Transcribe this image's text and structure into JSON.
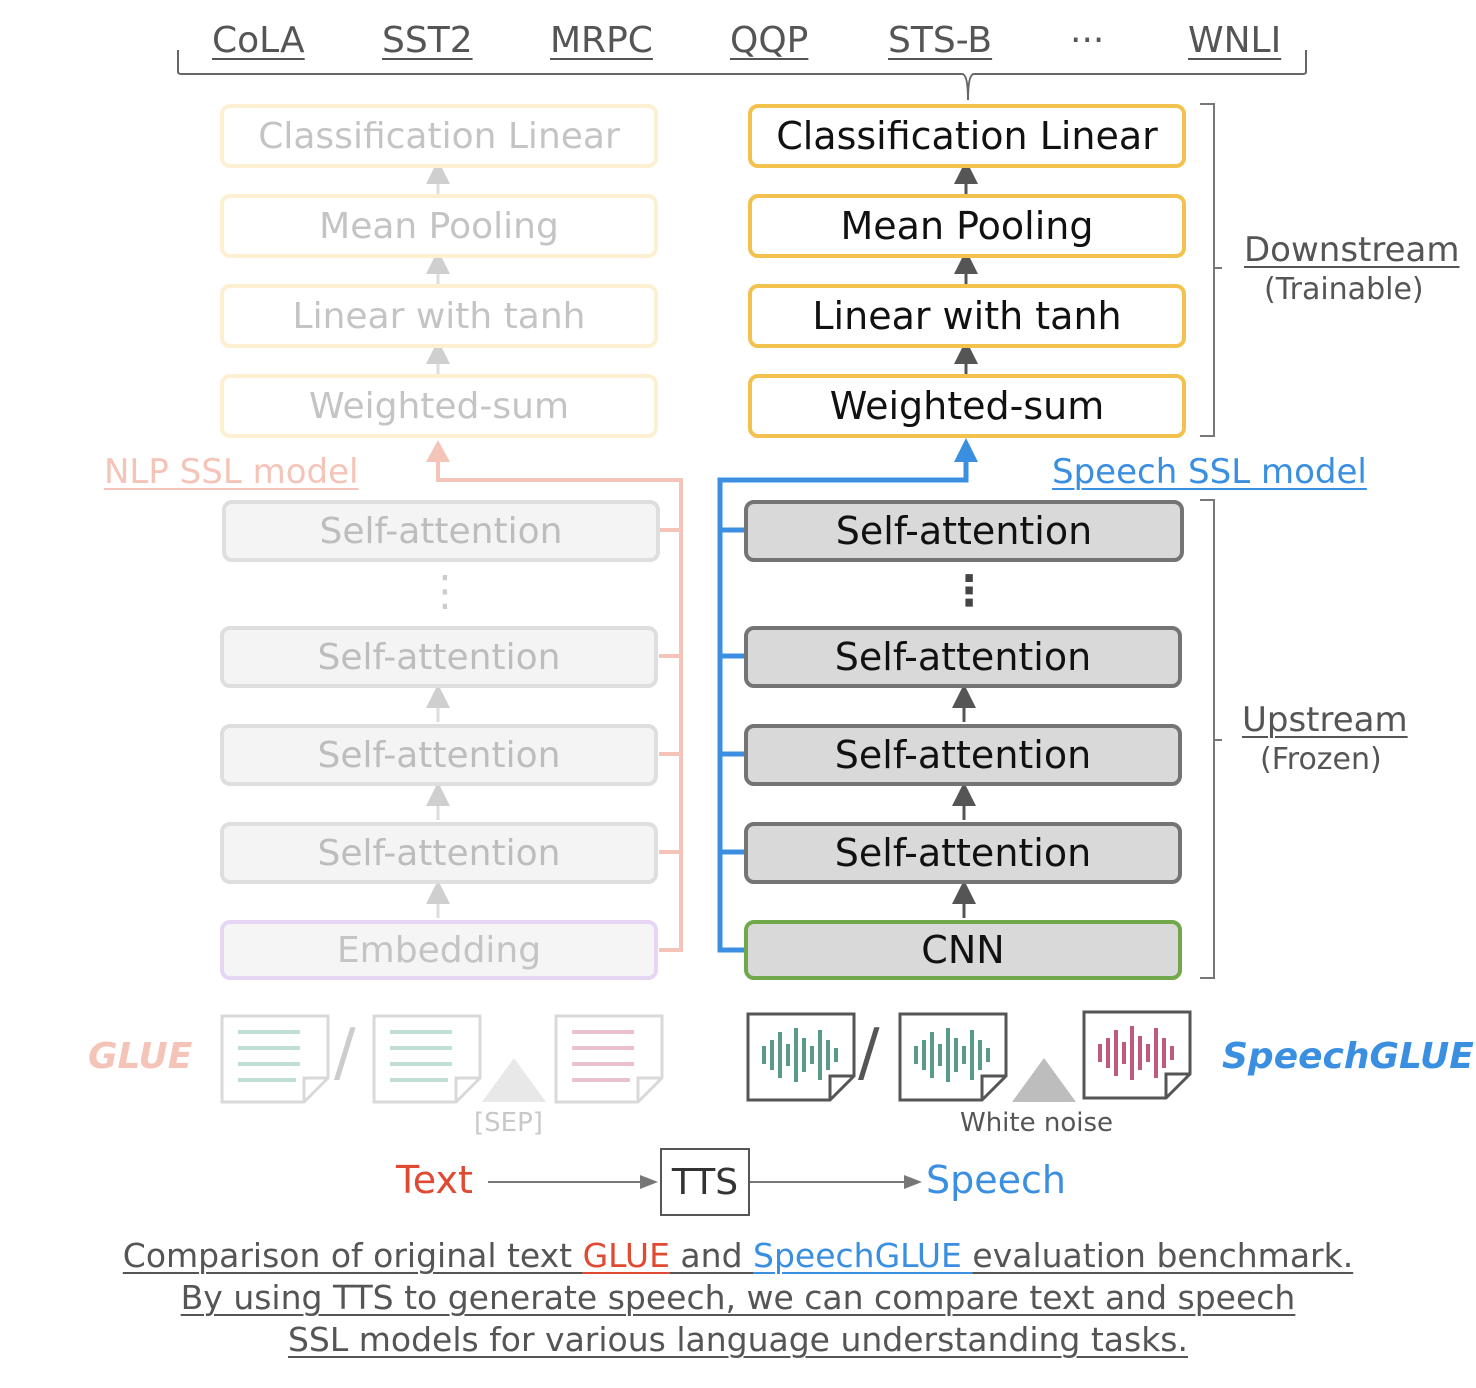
{
  "tasks": [
    "CoLA",
    "SST2",
    "MRPC",
    "QQP",
    "STS-B",
    "···",
    "WNLI"
  ],
  "downstream": {
    "layers": [
      "Classification Linear",
      "Mean Pooling",
      "Linear with tanh",
      "Weighted-sum"
    ],
    "label": "Downstream",
    "sublabel": "(Trainable)"
  },
  "upstream": {
    "label": "Upstream",
    "sublabel": "(Frozen)"
  },
  "nlp_model": {
    "label": "NLP SSL model",
    "layers": [
      "Self-attention",
      "Self-attention",
      "Self-attention",
      "Self-attention"
    ],
    "embedding": "Embedding",
    "dots": "⋮"
  },
  "speech_model": {
    "label": "Speech SSL model",
    "layers": [
      "Self-attention",
      "Self-attention",
      "Self-attention",
      "Self-attention"
    ],
    "cnn": "CNN",
    "dots": "⋮"
  },
  "inputs": {
    "glue_label": "GLUE",
    "speechglue_label": "SpeechGLUE",
    "sep_label": "[SEP]",
    "noise_label": "White noise",
    "slash": "/"
  },
  "pipeline": {
    "text": "Text",
    "tts": "TTS",
    "speech": "Speech"
  },
  "caption": {
    "line1_a": "Comparison of original text ",
    "line1_glue": "GLUE",
    "line1_b": " and ",
    "line1_speechglue": "SpeechGLUE ",
    "line1_c": "evaluation benchmark.",
    "line2": "By using TTS to generate speech, we can compare text and speech",
    "line3": "SSL models for various language understanding tasks."
  },
  "colors": {
    "downstream_border": "#f2c14e",
    "speech_blue": "#3a8fe0",
    "nlp_pink": "#f5c4b8",
    "text_red": "#e04a33",
    "cnn_green": "#70a84b",
    "wave_green": "#5a9b86",
    "wave_pink": "#c05a7a"
  }
}
